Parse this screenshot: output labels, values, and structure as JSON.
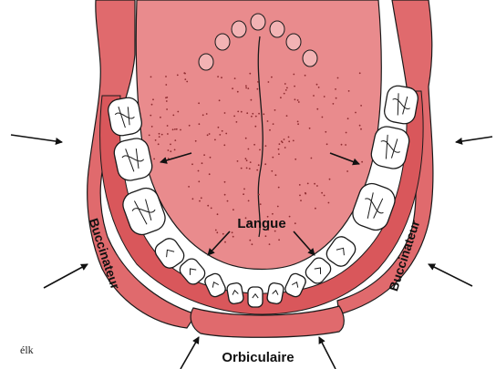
{
  "labels": {
    "tongue": "Langue",
    "buccinator_left": "Buccinateur",
    "buccinator_right": "Buccinateur",
    "orbicularis": "Orbiculaire",
    "corner_mark": "élk"
  },
  "colors": {
    "muscle": "#e06a6d",
    "muscle_dark": "#b8373c",
    "tongue": "#e98b8d",
    "tongue_dots": "#8e2c30",
    "tooth": "#ffffff",
    "outline": "#1a1a1a"
  },
  "icons": {
    "arrow": "arrow-icon",
    "papilla": "papilla-icon"
  }
}
